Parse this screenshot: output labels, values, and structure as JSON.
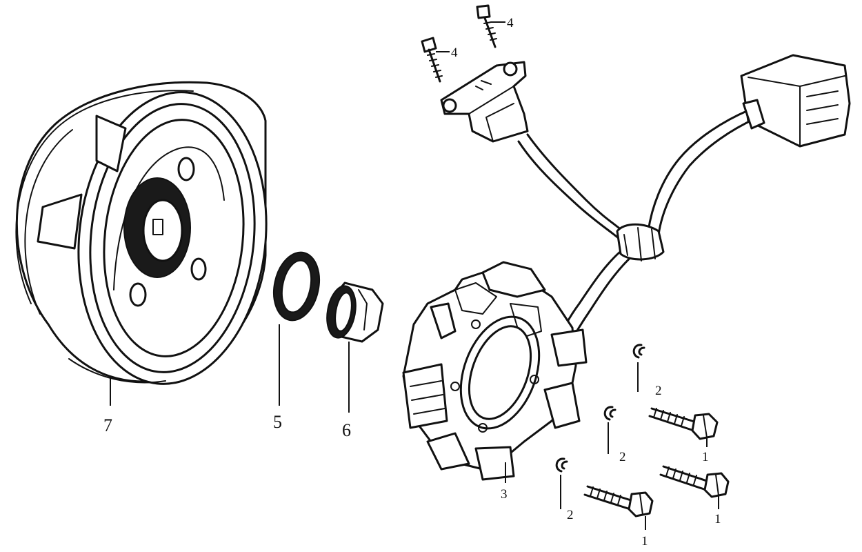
{
  "diagram": {
    "callouts": {
      "magneto_rotor": "7",
      "washer": "5",
      "nut": "6",
      "stator_assembly": "3",
      "pickup_screw_left": "4",
      "pickup_screw_right": "4",
      "washer_upper": "2",
      "washer_middle": "2",
      "washer_lower": "2",
      "bolt_upper": "1",
      "bolt_middle": "1",
      "bolt_lower": "1"
    }
  }
}
